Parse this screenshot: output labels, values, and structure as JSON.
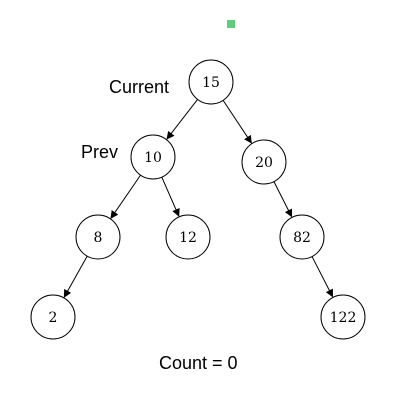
{
  "diagram": {
    "nodes": [
      {
        "id": "n15",
        "value": "15"
      },
      {
        "id": "n10",
        "value": "10"
      },
      {
        "id": "n20",
        "value": "20"
      },
      {
        "id": "n8",
        "value": "8"
      },
      {
        "id": "n12",
        "value": "12"
      },
      {
        "id": "n82",
        "value": "82"
      },
      {
        "id": "n2",
        "value": "2"
      },
      {
        "id": "n122",
        "value": "122"
      }
    ],
    "edges": [
      {
        "from": "n15",
        "to": "n10"
      },
      {
        "from": "n15",
        "to": "n20"
      },
      {
        "from": "n10",
        "to": "n8"
      },
      {
        "from": "n10",
        "to": "n12"
      },
      {
        "from": "n20",
        "to": "n82"
      },
      {
        "from": "n8",
        "to": "n2"
      },
      {
        "from": "n82",
        "to": "n122"
      }
    ],
    "labels": {
      "current": "Current",
      "prev": "Prev",
      "count": "Count  = 0"
    },
    "marker_color": "#5ad07a"
  }
}
